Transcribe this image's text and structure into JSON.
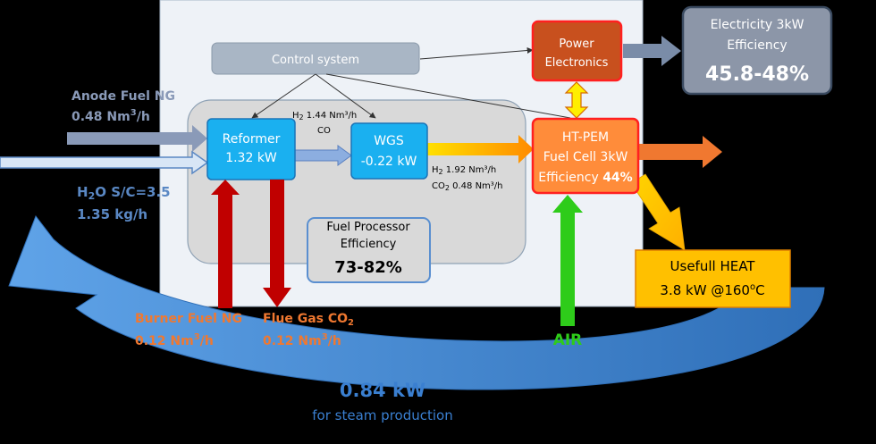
{
  "control": {
    "label": "Control system"
  },
  "reformer": {
    "line1": "Reformer",
    "line2": "1.32 kW"
  },
  "wgs": {
    "line1": "WGS",
    "line2": "-0.22 kW"
  },
  "power": {
    "line1": "Power",
    "line2": "Electronics"
  },
  "fuelcell": {
    "line1": "HT-PEM",
    "line2": "Fuel Cell 3kW",
    "line3a": "Efficiency ",
    "line3b": "44%"
  },
  "electricity": {
    "line1": "Electricity 3kW",
    "line2": "Efficiency",
    "value": "45.8-48%"
  },
  "heat": {
    "line1": "Usefull HEAT",
    "line2a": "3.8 kW @160",
    "line2sup": "o",
    "line2b": "C"
  },
  "fuel_processor": {
    "line1": "Fuel Processor",
    "line2": "Efficiency",
    "value": "73-82%"
  },
  "anode": {
    "line1": "Anode Fuel NG",
    "line2a": "0.48 Nm",
    "line2sup": "3",
    "line2b": "/h"
  },
  "water": {
    "l1a": "H",
    "l1sub": "2",
    "l1b": "O S/C=3.5",
    "line2": "1.35 kg/h"
  },
  "reformate": {
    "h2": "H",
    "h2sub": "2",
    "h2val": " 1.44 Nm³/h",
    "co": "CO"
  },
  "wgs_out": {
    "h2": "H",
    "h2sub": "2",
    "h2val": " 1.92 Nm³/h",
    "co2": "CO",
    "co2sub": "2",
    "co2val": " 0.48 Nm³/h"
  },
  "burner": {
    "line1": "Burner Fuel NG",
    "line2a": "0.12 Nm",
    "line2sup": "3",
    "line2b": "/h"
  },
  "flue": {
    "line1a": "Flue Gas CO",
    "line1sub": "2",
    "line2a": "0.12 Nm",
    "line2sup": "3",
    "line2b": "/h"
  },
  "air": {
    "label": "AIR"
  },
  "steam": {
    "value": "0.84 kW",
    "label": "for steam production"
  },
  "colors": {
    "background": "#000000",
    "panel": "#eef2f7",
    "processor_zone": "#d9d9d9",
    "box_blue": "#1ab0f0",
    "fuel_cell": "#ff8c3a",
    "power_electronics": "#c8501e",
    "electricity_box": "#8c96a8",
    "heat_box": "#ffc000",
    "burner_red": "#c00000",
    "air_green": "#2ecc1a",
    "steam_blue": "#4a8ed8",
    "orange_text": "#f07830"
  }
}
